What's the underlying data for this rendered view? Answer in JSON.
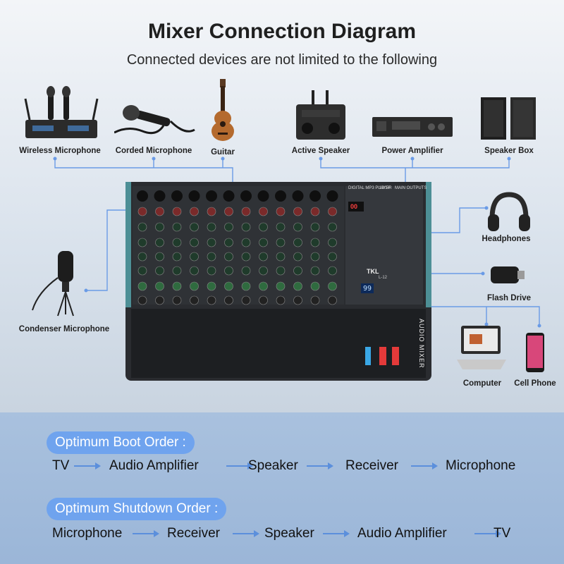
{
  "header": {
    "title": "Mixer Connection Diagram",
    "subtitle": "Connected devices are not limited to the following"
  },
  "devices": {
    "wireless_microphone": "Wireless Microphone",
    "corded_microphone": "Corded Microphone",
    "guitar": "Guitar",
    "active_speaker": "Active Speaker",
    "power_amplifier": "Power Amplifier",
    "speaker_box": "Speaker Box",
    "headphones": "Headphones",
    "flash_drive": "Flash Drive",
    "computer": "Computer",
    "cell_phone": "Cell Phone",
    "condenser_microphone": "Condenser Microphone"
  },
  "mixer": {
    "brand": "TKL",
    "model": "L-12",
    "side_label": "AUDIO MIXER",
    "display_value": "99",
    "section_main": "MAIN OUTPUTS",
    "section_player": "DIGITAL MP3 PLAYER",
    "section_1314": "13/14"
  },
  "boot_order": {
    "label": "Optimum Boot Order :",
    "steps": [
      "TV",
      "Audio Amplifier",
      "Speaker",
      "Receiver",
      "Microphone"
    ]
  },
  "shutdown_order": {
    "label": "Optimum Shutdown Order :",
    "steps": [
      "Microphone",
      "Receiver",
      "Speaker",
      "Audio Amplifier",
      "TV"
    ]
  },
  "colors": {
    "accent_pill": "#6fa3ee",
    "arrow": "#5b8fdc",
    "wire": "#6a9be6",
    "mixer_body": "#2a2c30",
    "fader_red": "#e43a3a",
    "fader_blue": "#3aa7e6"
  }
}
